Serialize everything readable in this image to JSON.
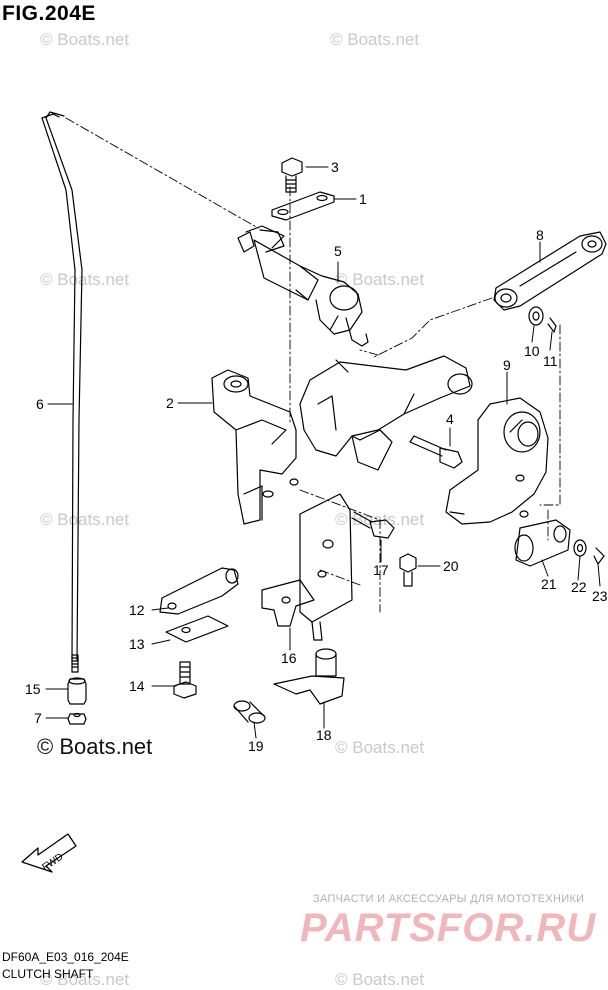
{
  "figure": {
    "title": "FIG.204E",
    "code": "DF60A_E03_016_204E",
    "name": "CLUTCH SHAFT"
  },
  "watermark": {
    "small": "© Boats.net",
    "large": "© Boats.net"
  },
  "fwd_label": "FWD",
  "shop": {
    "caption": "ЗАПЧАСТИ И АКСЕССУАРЫ ДЛЯ МОТОТЕХНИКИ",
    "logo": "PARTSFOR.RU"
  },
  "callouts": [
    {
      "id": "c1",
      "label": "1"
    },
    {
      "id": "c2",
      "label": "2"
    },
    {
      "id": "c3",
      "label": "3"
    },
    {
      "id": "c4",
      "label": "4"
    },
    {
      "id": "c5",
      "label": "5"
    },
    {
      "id": "c6",
      "label": "6"
    },
    {
      "id": "c7",
      "label": "7"
    },
    {
      "id": "c8",
      "label": "8"
    },
    {
      "id": "c9",
      "label": "9"
    },
    {
      "id": "c10",
      "label": "10"
    },
    {
      "id": "c11",
      "label": "11"
    },
    {
      "id": "c12",
      "label": "12"
    },
    {
      "id": "c13",
      "label": "13"
    },
    {
      "id": "c14",
      "label": "14"
    },
    {
      "id": "c15",
      "label": "15"
    },
    {
      "id": "c16",
      "label": "16"
    },
    {
      "id": "c17",
      "label": "17"
    },
    {
      "id": "c18",
      "label": "18"
    },
    {
      "id": "c19",
      "label": "19"
    },
    {
      "id": "c20",
      "label": "20"
    },
    {
      "id": "c21",
      "label": "21"
    },
    {
      "id": "c22",
      "label": "22"
    },
    {
      "id": "c23",
      "label": "23"
    }
  ],
  "colors": {
    "line": "#000000",
    "watermark": "#c9c9c9",
    "shop_logo": "#f0b6b9"
  }
}
